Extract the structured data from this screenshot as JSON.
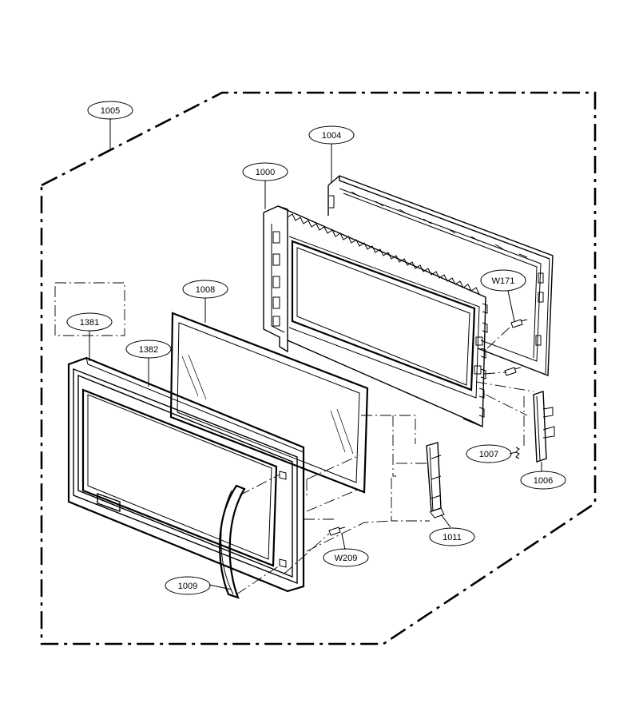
{
  "callouts": [
    {
      "id": "c-1005",
      "label": "1005"
    },
    {
      "id": "c-1004",
      "label": "1004"
    },
    {
      "id": "c-1000",
      "label": "1000"
    },
    {
      "id": "c-1008",
      "label": "1008"
    },
    {
      "id": "c-W171",
      "label": "W171"
    },
    {
      "id": "c-1381",
      "label": "1381"
    },
    {
      "id": "c-1382",
      "label": "1382"
    },
    {
      "id": "c-1007",
      "label": "1007"
    },
    {
      "id": "c-1006",
      "label": "1006"
    },
    {
      "id": "c-1011",
      "label": "1011"
    },
    {
      "id": "c-W209",
      "label": "W209"
    },
    {
      "id": "c-1009",
      "label": "1009"
    }
  ]
}
